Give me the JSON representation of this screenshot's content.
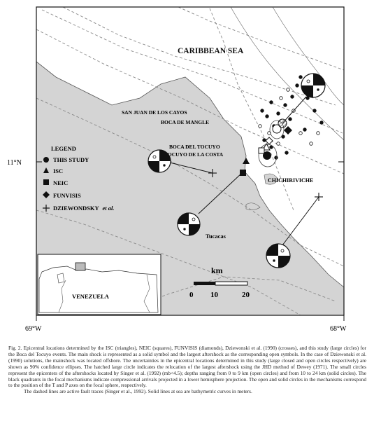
{
  "map": {
    "sea_label": "CARIBBEAN SEA",
    "place_labels": {
      "san_juan": "SAN JUAN DE LOS CAYOS",
      "boca_mangle": "BOCA DE MANGLE",
      "boca_tocuyo": "BOCA DEL TOCUYO",
      "tocuyo_costa": "TOCUYO DE LA COSTA",
      "chichiriviche": "CHICHIRIVICHE",
      "tucacas": "Tucacas"
    },
    "lat_label": "11°N",
    "lon_left": "69°W",
    "lon_right": "68°W",
    "legend": {
      "title": "LEGEND",
      "items": [
        {
          "symbol": "circle",
          "label": "THIS STUDY"
        },
        {
          "symbol": "triangle",
          "label": "ISC"
        },
        {
          "symbol": "square",
          "label": "NEIC"
        },
        {
          "symbol": "diamond",
          "label": "FUNVISIS"
        },
        {
          "symbol": "cross",
          "label": "DZIEWONDSKY",
          "suffix": "et al."
        }
      ]
    },
    "scale": {
      "unit": "km",
      "ticks": [
        "0",
        "10",
        "20"
      ]
    },
    "inset": {
      "country": "VENEZUELA"
    }
  },
  "caption": {
    "p1": "Fig. 2. Epicentral locations determined by the ISC (triangles), NEIC (squares), FUNVISIS (diamonds), Dziewonski et al. (1990) (crosses), and this study (large circles) for the Boca del Tocuyo events. The main shock is represented as a solid symbol and the largest aftershock as the corresponding open symbols. In the case of Dziewonski et al. (1990) solutions, the mainshock was located offshore. The uncertainties in the epicentral locations determined in this study (large closed and open circles respectively) are shown as 90% confidence ellipses. The hatched large circle indicates the relocation of the largest aftershock using the JHD method of Dewey (1971). The small circles represent the epicenters of the aftershocks located by Singer et al. (1992) (mb<4.5); depths ranging from 0 to 9 km (open circles) and from 10 to 24 km (solid circles). The black quadrants in the focal mechanisms indicate compressional arrivals projected in a lower hemisphere projection. The open and solid circles in the mechanisms correspond to the position of the T and P axes on the focal sphere, respectively.",
    "p2": "The dashed lines are active fault traces (Singer et al., 1992). Solid lines at sea are bathymetric curves in meters."
  },
  "colors": {
    "ink": "#111111",
    "land": "#d6d6d6",
    "sea": "#ffffff",
    "fault": "#8a8a8a"
  }
}
